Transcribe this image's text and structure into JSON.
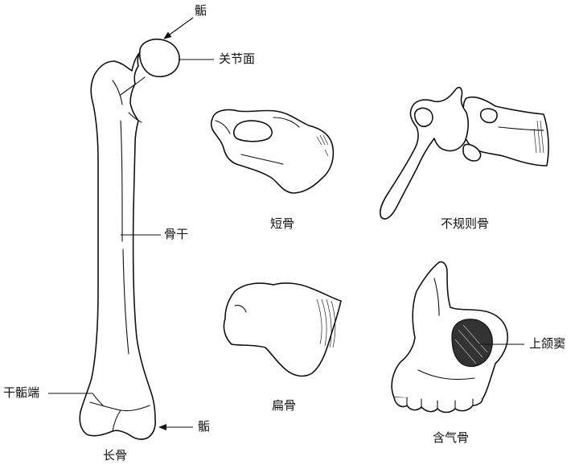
{
  "labels": {
    "epiphysis_top": "骺",
    "articular_surface": "关节面",
    "shaft": "骨干",
    "metaphysis": "干骺端",
    "epiphysis_bottom": "骺",
    "maxillary_sinus": "上颌窦"
  },
  "captions": {
    "long_bone": "长骨",
    "short_bone": "短骨",
    "irregular_bone": "不规则骨",
    "flat_bone": "扁骨",
    "pneumatic_bone": "含气骨"
  }
}
